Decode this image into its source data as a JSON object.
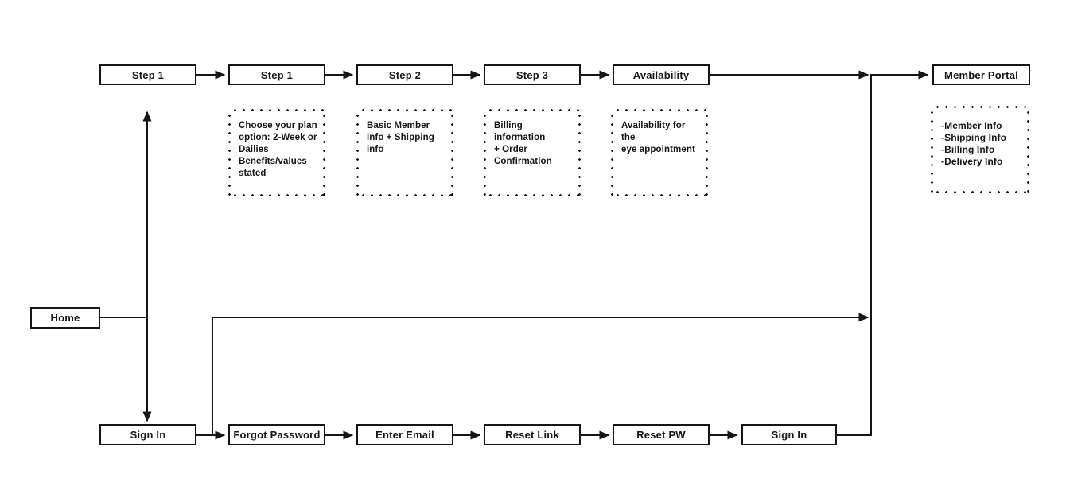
{
  "diagram": {
    "background": "#ffffff",
    "line_color": "#161616",
    "nodes": {
      "home": {
        "label": "Home"
      },
      "top": [
        {
          "label": "Step 1"
        },
        {
          "label": "Step 1"
        },
        {
          "label": "Step 2"
        },
        {
          "label": "Step 3"
        },
        {
          "label": "Availability"
        },
        {
          "label": "Member Portal"
        }
      ],
      "bottom": [
        {
          "label": "Sign In"
        },
        {
          "label": "Forgot Password"
        },
        {
          "label": "Enter Email"
        },
        {
          "label": "Reset Link"
        },
        {
          "label": "Reset PW"
        },
        {
          "label": "Sign In"
        }
      ]
    },
    "annotations": [
      {
        "for": "Step 1",
        "text": "Choose your plan\noption: 2-Week or\nDailies\nBenefits/values\nstated"
      },
      {
        "for": "Step 2",
        "text": "Basic Member\ninfo + Shipping\ninfo"
      },
      {
        "for": "Step 3",
        "text": "Billing information\n+ Order\nConfirmation"
      },
      {
        "for": "Availability",
        "text": "Availability for the\neye appointment"
      },
      {
        "for": "Member Portal",
        "text": "-Member Info\n-Shipping Info\n-Billing Info\n-Delivery Info"
      }
    ]
  }
}
